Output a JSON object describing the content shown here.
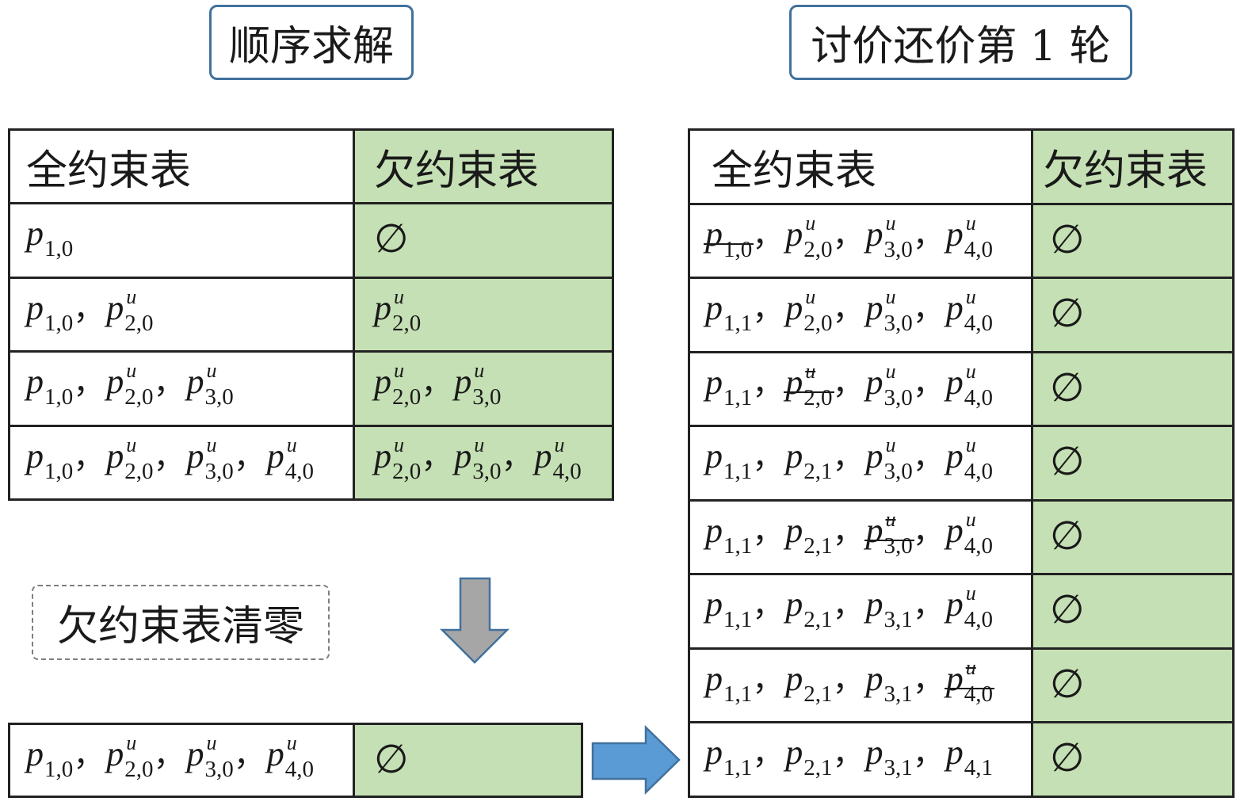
{
  "titles": {
    "sequential": "顺序求解",
    "bargaining": "讨价还价第 1 轮"
  },
  "reset_note": "欠约束表清零",
  "separator": "，",
  "colors": {
    "table_green": "#c5e0b4",
    "title_border": "#41719c",
    "cell_border": "#222222",
    "dashed_border": "#7f7f7f",
    "down_arrow_fill": "#a6a6a6",
    "right_arrow_fill": "#5b9bd5",
    "arrow_stroke": "#41719c"
  },
  "icons": {
    "transition_down": "arrow-down-icon",
    "transition_right": "arrow-right-icon"
  },
  "left_table": {
    "headers": [
      "全约束表",
      "欠约束表"
    ],
    "rows": [
      {
        "full": [
          {
            "base": "p",
            "sub": "1,0"
          }
        ],
        "under": [
          {
            "base": "∅"
          }
        ]
      },
      {
        "full": [
          {
            "base": "p",
            "sub": "1,0"
          },
          {
            "base": "p",
            "sup": "u",
            "sub": "2,0"
          }
        ],
        "under": [
          {
            "base": "p",
            "sup": "u",
            "sub": "2,0"
          }
        ]
      },
      {
        "full": [
          {
            "base": "p",
            "sub": "1,0"
          },
          {
            "base": "p",
            "sup": "u",
            "sub": "2,0"
          },
          {
            "base": "p",
            "sup": "u",
            "sub": "3,0"
          }
        ],
        "under": [
          {
            "base": "p",
            "sup": "u",
            "sub": "2,0"
          },
          {
            "base": "p",
            "sup": "u",
            "sub": "3,0"
          }
        ]
      },
      {
        "full": [
          {
            "base": "p",
            "sub": "1,0"
          },
          {
            "base": "p",
            "sup": "u",
            "sub": "2,0"
          },
          {
            "base": "p",
            "sup": "u",
            "sub": "3,0"
          },
          {
            "base": "p",
            "sup": "u",
            "sub": "4,0"
          }
        ],
        "under": [
          {
            "base": "p",
            "sup": "u",
            "sub": "2,0"
          },
          {
            "base": "p",
            "sup": "u",
            "sub": "3,0"
          },
          {
            "base": "p",
            "sup": "u",
            "sub": "4,0"
          }
        ]
      }
    ]
  },
  "bottom_table": {
    "rows": [
      {
        "full": [
          {
            "base": "p",
            "sub": "1,0"
          },
          {
            "base": "p",
            "sup": "u",
            "sub": "2,0"
          },
          {
            "base": "p",
            "sup": "u",
            "sub": "3,0"
          },
          {
            "base": "p",
            "sup": "u",
            "sub": "4,0"
          }
        ],
        "under": [
          {
            "base": "∅"
          }
        ]
      }
    ]
  },
  "right_table": {
    "headers": [
      "全约束表",
      "欠约束表"
    ],
    "rows": [
      {
        "full": [
          {
            "base": "p",
            "sub": "1,0",
            "struck": true
          },
          {
            "base": "p",
            "sup": "u",
            "sub": "2,0"
          },
          {
            "base": "p",
            "sup": "u",
            "sub": "3,0"
          },
          {
            "base": "p",
            "sup": "u",
            "sub": "4,0"
          }
        ],
        "under": [
          {
            "base": "∅"
          }
        ]
      },
      {
        "full": [
          {
            "base": "p",
            "sub": "1,1"
          },
          {
            "base": "p",
            "sup": "u",
            "sub": "2,0"
          },
          {
            "base": "p",
            "sup": "u",
            "sub": "3,0"
          },
          {
            "base": "p",
            "sup": "u",
            "sub": "4,0"
          }
        ],
        "under": [
          {
            "base": "∅"
          }
        ]
      },
      {
        "full": [
          {
            "base": "p",
            "sub": "1,1"
          },
          {
            "base": "p",
            "sup": "u",
            "sub": "2,0",
            "struck": true
          },
          {
            "base": "p",
            "sup": "u",
            "sub": "3,0"
          },
          {
            "base": "p",
            "sup": "u",
            "sub": "4,0"
          }
        ],
        "under": [
          {
            "base": "∅"
          }
        ]
      },
      {
        "full": [
          {
            "base": "p",
            "sub": "1,1"
          },
          {
            "base": "p",
            "sub": "2,1"
          },
          {
            "base": "p",
            "sup": "u",
            "sub": "3,0"
          },
          {
            "base": "p",
            "sup": "u",
            "sub": "4,0"
          }
        ],
        "under": [
          {
            "base": "∅"
          }
        ]
      },
      {
        "full": [
          {
            "base": "p",
            "sub": "1,1"
          },
          {
            "base": "p",
            "sub": "2,1"
          },
          {
            "base": "p",
            "sup": "u",
            "sub": "3,0",
            "struck": true
          },
          {
            "base": "p",
            "sup": "u",
            "sub": "4,0"
          }
        ],
        "under": [
          {
            "base": "∅"
          }
        ]
      },
      {
        "full": [
          {
            "base": "p",
            "sub": "1,1"
          },
          {
            "base": "p",
            "sub": "2,1"
          },
          {
            "base": "p",
            "sub": "3,1"
          },
          {
            "base": "p",
            "sup": "u",
            "sub": "4,0"
          }
        ],
        "under": [
          {
            "base": "∅"
          }
        ]
      },
      {
        "full": [
          {
            "base": "p",
            "sub": "1,1"
          },
          {
            "base": "p",
            "sub": "2,1"
          },
          {
            "base": "p",
            "sub": "3,1"
          },
          {
            "base": "p",
            "sup": "u",
            "sub": "4,0",
            "struck": true
          }
        ],
        "under": [
          {
            "base": "∅"
          }
        ]
      },
      {
        "full": [
          {
            "base": "p",
            "sub": "1,1"
          },
          {
            "base": "p",
            "sub": "2,1"
          },
          {
            "base": "p",
            "sub": "3,1"
          },
          {
            "base": "p",
            "sub": "4,1"
          }
        ],
        "under": [
          {
            "base": "∅"
          }
        ]
      }
    ]
  }
}
